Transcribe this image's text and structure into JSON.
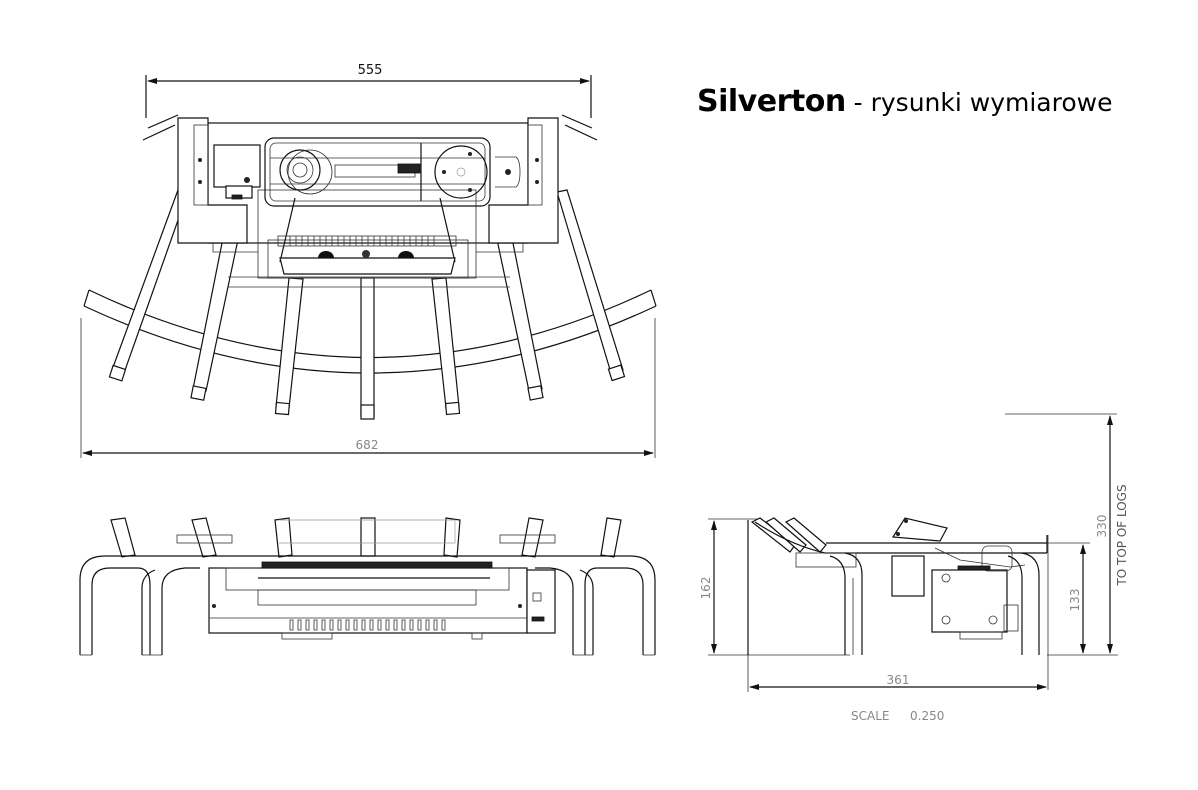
{
  "title": {
    "product_name": "Silverton",
    "subtitle": " - rysunki wymiarowe"
  },
  "top_view": {
    "dim_top_width": "555",
    "dim_bottom_width": "682"
  },
  "front_view": {},
  "side_view": {
    "dim_total_height": "330",
    "dim_total_height_note": "TO TOP OF LOGS",
    "dim_left_height": "162",
    "dim_right_height": "133",
    "dim_depth": "361"
  },
  "scale": {
    "label": "SCALE",
    "value": "0.250"
  }
}
